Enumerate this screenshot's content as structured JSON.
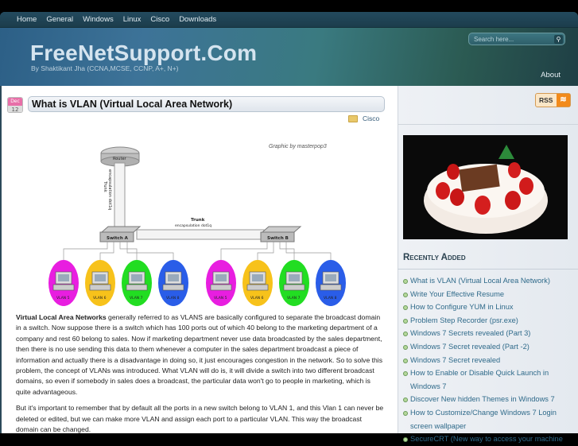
{
  "nav": {
    "items": [
      "Home",
      "General",
      "Windows",
      "Linux",
      "Cisco",
      "Downloads"
    ],
    "about": "About"
  },
  "header": {
    "logo": "FreeNetSupport.Com",
    "tagline": "By Shaktikant Jha (CCNA,MCSE, CCNP, A+, N+)",
    "search_placeholder": "Search here..."
  },
  "post": {
    "date_month": "Dec",
    "date_day": "12",
    "title": "What is VLAN (Virtual Local Area Network)",
    "category": "Cisco",
    "diagram": {
      "credit": "Graphic by masterpop3",
      "router": "Router",
      "trunk": "Trunk",
      "encap": "encapsulation dot1q",
      "switch_a": "Switch A",
      "switch_b": "Switch B",
      "vlans": [
        "VLAN 5",
        "VLAN 6",
        "VLAN 7",
        "VLAN 8",
        "VLAN 5",
        "VLAN 6",
        "VLAN 7",
        "VLAN 8"
      ]
    },
    "p1_bold": "Virtual Local Area Networks",
    "p1": " generally referred to as VLANS are basically configured to separate the broadcast domain in a switch. Now suppose there is a switch which has 100 ports out of which 40 belong to the marketing department of a company and rest 60 belong to sales. Now if marketing department never use data broadcasted by the sales department, then there is no use sending this data to them whenever a computer in the sales department broadcast a piece of information and actually there is a disadvantage in doing so, it just encourages congestion in the network. So to solve this problem, the concept of VLANs was introduced. What VLAN will do is, it will divide a switch into two different broadcast domains, so even if somebody in sales does a broadcast, the particular data won't go to people in marketing, which is quite advantageous.",
    "p2": "But it's important to remember that by default all the ports in a new switch belong to VLAN 1, and this Vlan 1 can never be deleted or edited, but we can make more VLAN and assign each port to a particular VLAN. This way the broadcast domain can be changed."
  },
  "sidebar": {
    "rss": "RSS",
    "recent_title": "Recently Added",
    "recent": [
      "What is VLAN (Virtual Local Area Network)",
      "Write Your Effective Resume",
      "How to Configure YUM in Linux",
      "Problem Step Recorder (psr.exe)",
      "Windows 7 Secrets revealed (Part 3)",
      "Windows 7 Secret revealed (Part -2)",
      "Windows 7 Secret revealed",
      "How to Enable or Disable Quick Launch in Windows 7",
      "Discover New hidden Themes in Windows 7",
      "How to Customize/Change Windows 7 Login screen wallpaper",
      "SecureCRT (New way to access your machine"
    ]
  },
  "colors": {
    "vlan": [
      "#e81ee0",
      "#f7c21b",
      "#22dd22",
      "#2a5de8"
    ]
  }
}
